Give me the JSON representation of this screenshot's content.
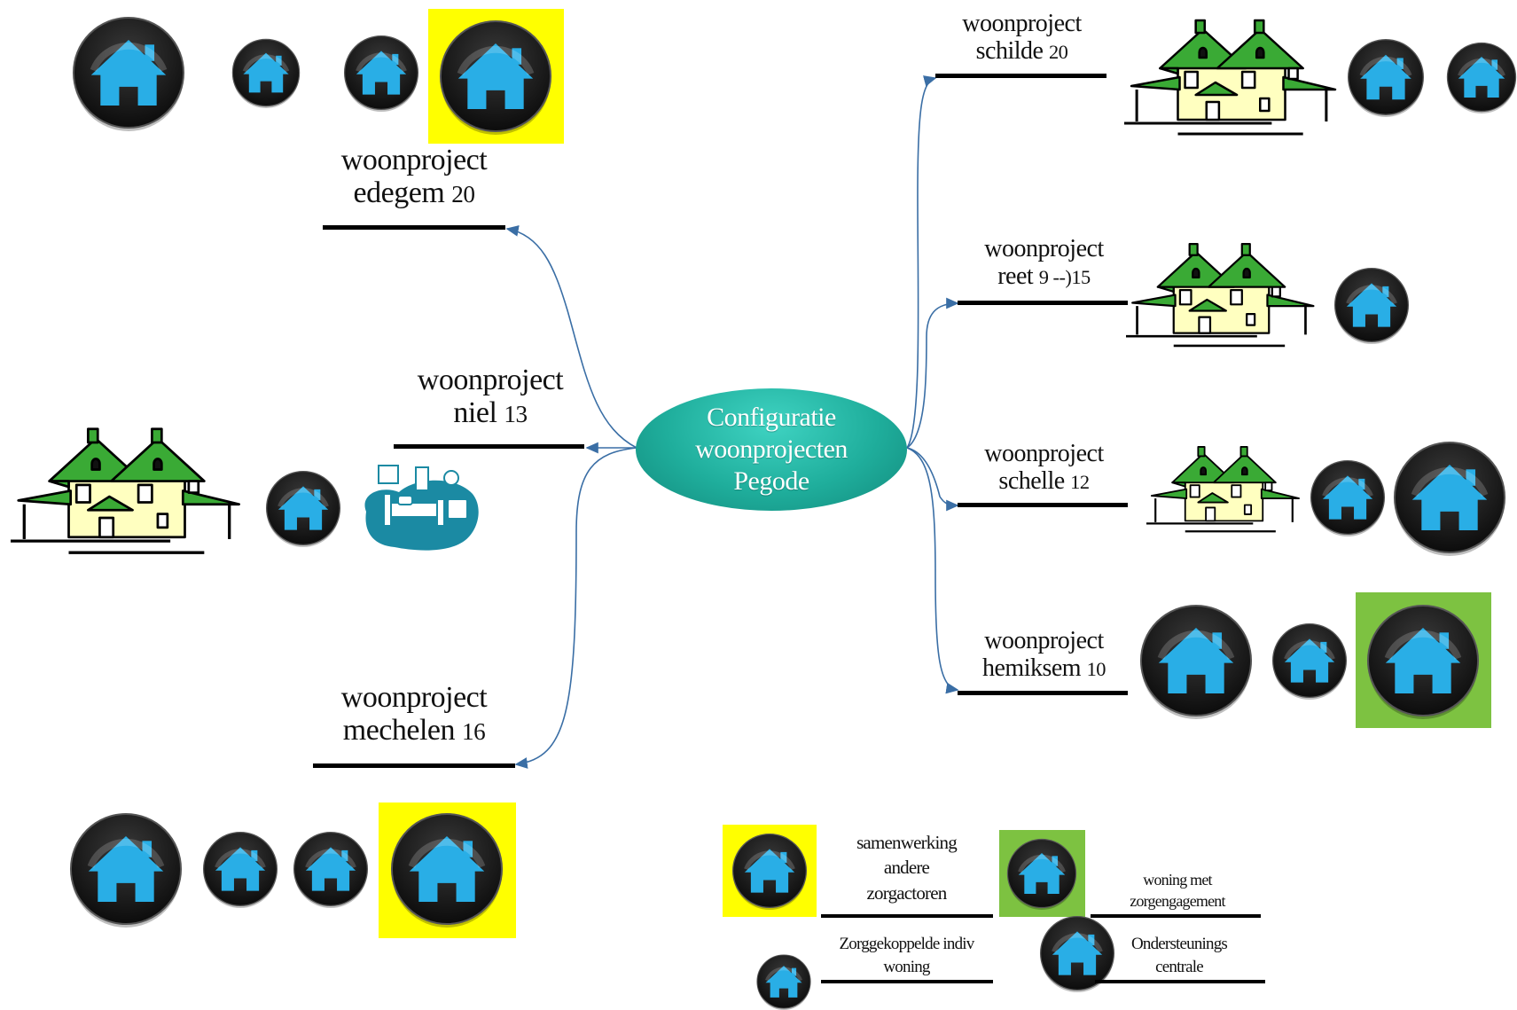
{
  "center": {
    "line1": "Configuratie",
    "line2": "woonprojecten",
    "line3": "Pegode"
  },
  "projects": {
    "edegem": {
      "name": "woonproject",
      "place": "edegem",
      "count": "20"
    },
    "niel": {
      "name": "woonproject",
      "place": "niel",
      "count": "13"
    },
    "mechelen": {
      "name": "woonproject",
      "place": "mechelen",
      "count": "16"
    },
    "schilde": {
      "name": "woonproject",
      "place": "schilde",
      "count": "20"
    },
    "reet": {
      "name": "woonproject",
      "place": "reet",
      "count": "9 --)15"
    },
    "schelle": {
      "name": "woonproject",
      "place": "schelle",
      "count": "12"
    },
    "hemiksem": {
      "name": "woonproject",
      "place": "hemiksem",
      "count": "10"
    }
  },
  "legend": {
    "samenwerking": {
      "line1": "samenwerking",
      "line2": "andere",
      "line3": "zorgactoren"
    },
    "zorgengagement": {
      "line1": "woning met",
      "line2": "zorgengagement"
    },
    "zorggekoppeld": {
      "line1": "Zorggekoppelde indiv",
      "line2": "woning"
    },
    "ondersteuning": {
      "line1": "Ondersteunings",
      "line2": "centrale"
    }
  },
  "colors": {
    "highlight_yellow": "#ffff00",
    "highlight_green": "#7dc241",
    "center_fill": "#1fae9c",
    "connector": "#3a6ea5",
    "house_icon_blue": "#29aee6",
    "roof_green": "#3aaa35",
    "wall_cream": "#ffffc0"
  }
}
